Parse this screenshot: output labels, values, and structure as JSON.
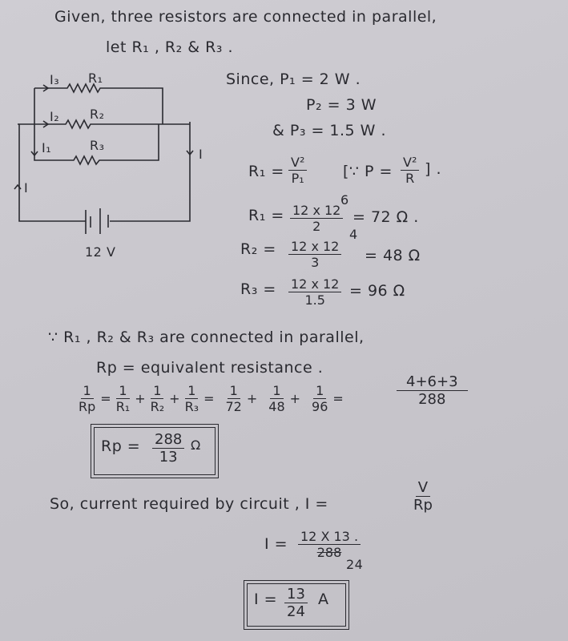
{
  "intro": {
    "line1": "Given, three resistors are connected in parallel,",
    "line2": "let R₁ , R₂ & R₃ ."
  },
  "circuit": {
    "labels": {
      "i3": "I₃",
      "r1": "R₁",
      "i2": "I₂",
      "r2": "R₂",
      "i1": "I₁",
      "r3": "R₃",
      "i_right": "I",
      "i_left": "I",
      "battery": "12 V"
    }
  },
  "given": {
    "since": "Since, P₁ = 2 W .",
    "p2": "P₂ = 3 W",
    "p3": "& P₃ = 1.5 W ."
  },
  "formula": {
    "lhs": "R₁ =",
    "num": "V²",
    "den": "P₁",
    "hint_pre": "[∵ P =",
    "hint_num": "V²",
    "hint_den": "R",
    "hint_post": "] ."
  },
  "r1": {
    "lhs": "R₁ =",
    "num": "12 x 12",
    "den": "2",
    "note": "6",
    "rhs": "= 72 Ω ."
  },
  "r2": {
    "lhs": "R₂ =",
    "num": "12 x 12",
    "den": "3",
    "note": "4",
    "rhs": "= 48 Ω"
  },
  "r3": {
    "lhs": "R₃ =",
    "num": "12 x 12",
    "den": "1.5",
    "rhs": "= 96 Ω"
  },
  "parallel": {
    "line1": "∵ R₁ , R₂ & R₃ are connected in parallel,",
    "line2": "Rp = equivalent resistance ."
  },
  "sum": {
    "terms": [
      {
        "n": "1",
        "d": "Rp"
      },
      {
        "n": "1",
        "d": "R₁"
      },
      {
        "n": "1",
        "d": "R₂"
      },
      {
        "n": "1",
        "d": "R₃"
      },
      {
        "n": "1",
        "d": "72"
      },
      {
        "n": "1",
        "d": "48"
      },
      {
        "n": "1",
        "d": "96"
      },
      {
        "n": "4+6+3",
        "d": "288"
      }
    ],
    "ops": [
      "=",
      "+",
      "+",
      "=",
      "+",
      "+",
      "="
    ]
  },
  "rp": {
    "lhs": "Rp =",
    "num": "288",
    "den": "13",
    "unit": "Ω"
  },
  "current": {
    "line": "So, current required by circuit , I =",
    "num": "V",
    "den": "Rp"
  },
  "calc": {
    "lhs": "I =",
    "num": "12 X 13 .",
    "den": "288",
    "note": "24"
  },
  "answer": {
    "lhs": "I =",
    "num": "13",
    "den": "24",
    "unit": "A"
  }
}
